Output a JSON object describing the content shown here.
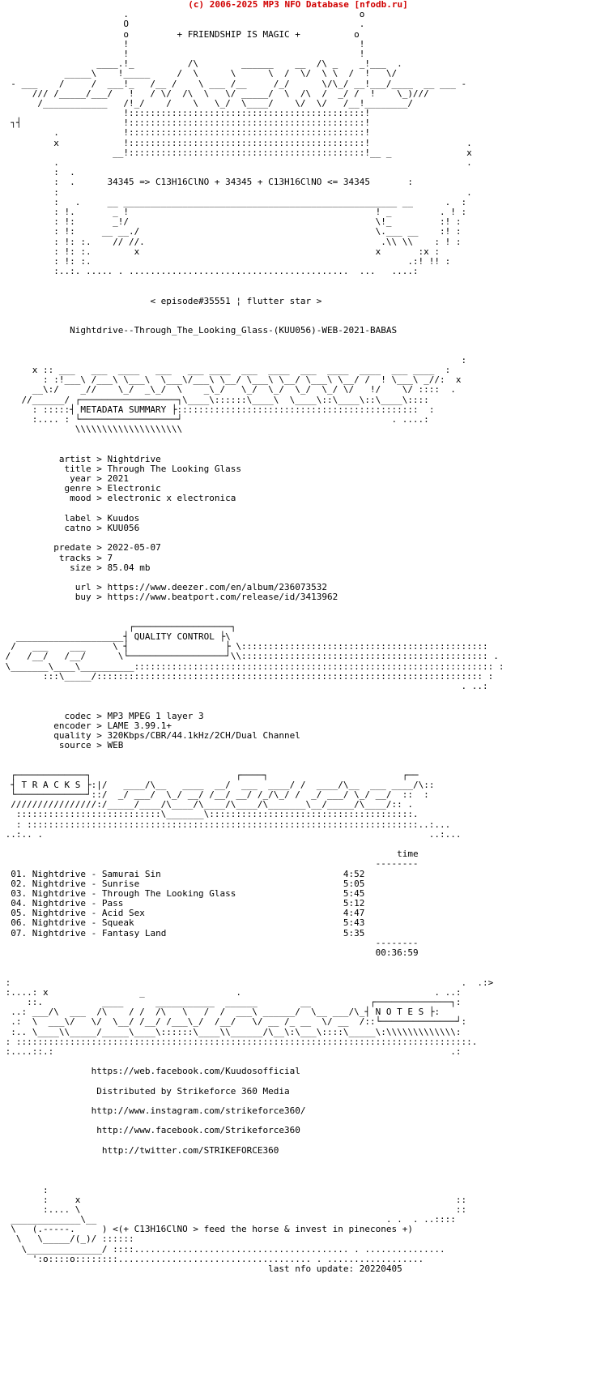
{
  "header": {
    "copyright": "(c) 2006-2025 MP3 NFO Database [nfodb.ru]"
  },
  "logo": {
    "tagline": "+ FRIENDSHIP IS MAGIC +",
    "formula": "34345 => C13H16ClNO + 34345 + C13H16ClNO <= 34345"
  },
  "release": {
    "episode": "< episode#35551 ¦ flutter star >",
    "name": "Nightdrive--Through_The_Looking_Glass-(KUU056)-WEB-2021-BABAS"
  },
  "metadata": {
    "section_title": "METADATA SUMMARY",
    "fields": [
      {
        "key": "artist",
        "value": "Nightdrive"
      },
      {
        "key": "title",
        "value": "Through The Looking Glass"
      },
      {
        "key": "year",
        "value": "2021"
      },
      {
        "key": "genre",
        "value": "Electronic"
      },
      {
        "key": "mood",
        "value": "electronic x electronica"
      },
      {
        "key": "label",
        "value": "Kuudos"
      },
      {
        "key": "catno",
        "value": "KUU056"
      },
      {
        "key": "predate",
        "value": "2022-05-07"
      },
      {
        "key": "tracks",
        "value": "7"
      },
      {
        "key": "size",
        "value": "85.04 mb"
      },
      {
        "key": "url",
        "value": "https://www.deezer.com/en/album/236073532"
      },
      {
        "key": "buy",
        "value": "https://www.beatport.com/release/id/3413962"
      }
    ]
  },
  "quality": {
    "section_title": "QUALITY CONTROL",
    "fields": [
      {
        "key": "codec",
        "value": "MP3 MPEG 1 layer 3"
      },
      {
        "key": "encoder",
        "value": "LAME 3.99.1+"
      },
      {
        "key": "quality",
        "value": "320Kbps/CBR/44.1kHz/2CH/Dual Channel"
      },
      {
        "key": "source",
        "value": "WEB"
      }
    ]
  },
  "tracks": {
    "section_title": "T R A C K S",
    "time_header": "time",
    "items": [
      {
        "num": "01.",
        "title": "Nightdrive - Samurai Sin",
        "time": "4:52"
      },
      {
        "num": "02.",
        "title": "Nightdrive - Sunrise",
        "time": "5:05"
      },
      {
        "num": "03.",
        "title": "Nightdrive - Through The Looking Glass",
        "time": "5:45"
      },
      {
        "num": "04.",
        "title": "Nightdrive - Pass",
        "time": "5:12"
      },
      {
        "num": "05.",
        "title": "Nightdrive - Acid Sex",
        "time": "4:47"
      },
      {
        "num": "06.",
        "title": "Nightdrive - Squeak",
        "time": "5:43"
      },
      {
        "num": "07.",
        "title": "Nightdrive - Fantasy Land",
        "time": "5:35"
      }
    ],
    "total": "00:36:59"
  },
  "notes": {
    "section_title": "N O T E S",
    "lines": [
      "https://web.facebook.com/Kuudosofficial",
      "Distributed by Strikeforce 360 Media",
      "http://www.instagram.com/strikeforce360/",
      "http://www.facebook.com/Strikeforce360",
      "http://twitter.com/STRIKEFORCE360"
    ]
  },
  "footer": {
    "slogan": "<(+ C13H16ClNO > feed the horse & invest in pinecones +)",
    "last_update": "last nfo update: 20220405"
  }
}
